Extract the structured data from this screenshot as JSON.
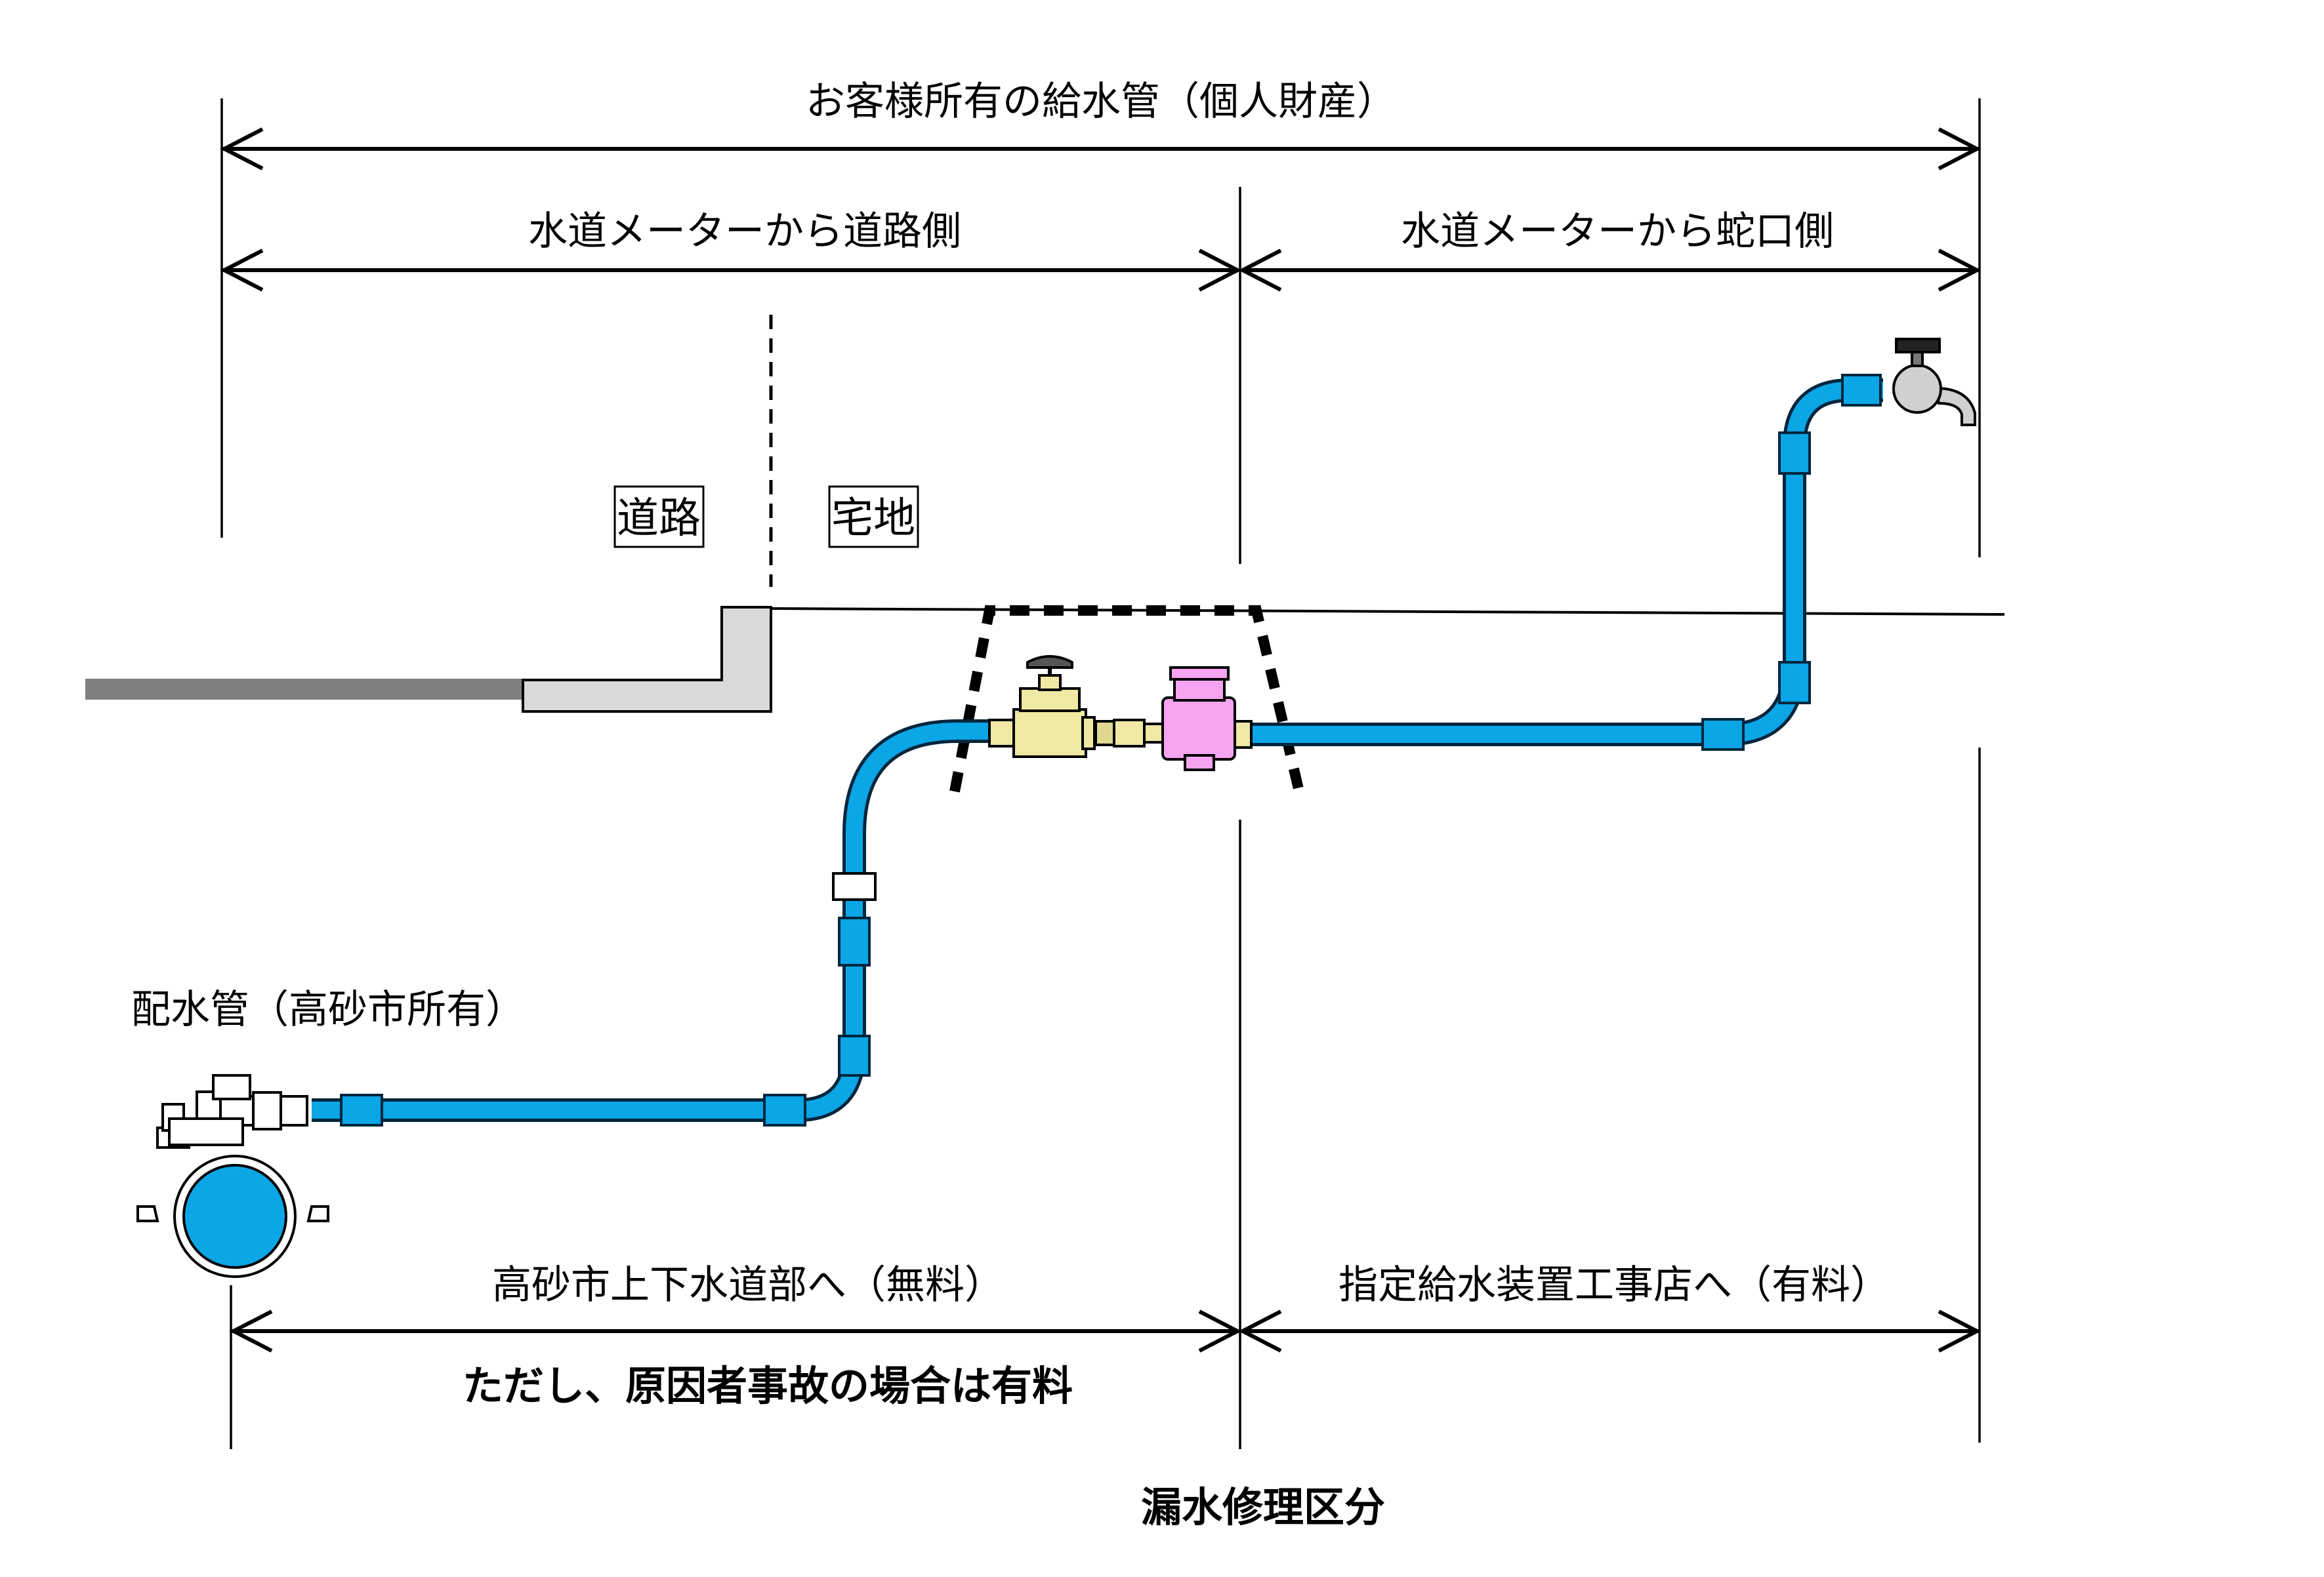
{
  "labels": {
    "ownership_span": "お客様所有の給水管（個人財産）",
    "road_side_span": "水道メーターから道路側",
    "faucet_side_span": "水道メーターから蛇口側",
    "road_tag": "道路",
    "lot_tag": "宅地",
    "main_pipe": "配水管（高砂市所有）",
    "free_repair": "高砂市上下水道部へ（無料）",
    "paid_repair": "指定給水装置工事店へ（有料）",
    "fault_note": "ただし、原因者事故の場合は有料",
    "title": "漏水修理区分"
  },
  "colors": {
    "pipe": "#0aa6e6",
    "pipe_outline": "#00263d",
    "meter": "#f6a3f0",
    "valve_brass": "#f0e9a4",
    "curb": "#d9d9d9",
    "road_surface": "#7f7f7f",
    "faucet": "#d0d0d0"
  }
}
